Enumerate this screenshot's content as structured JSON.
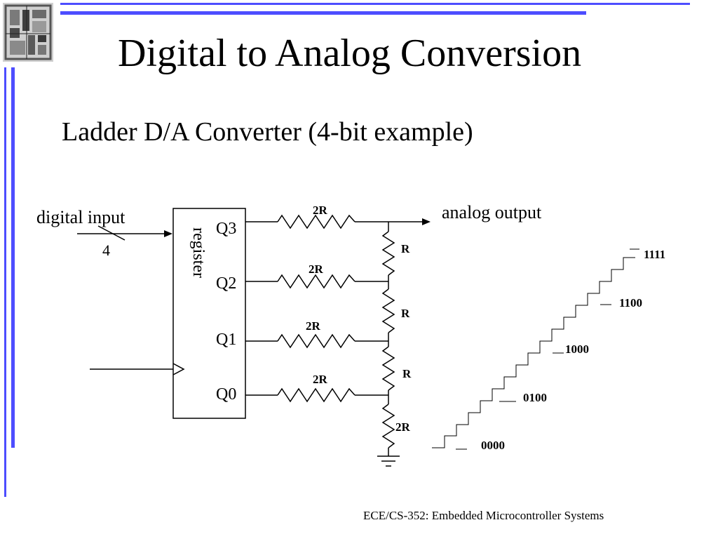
{
  "slide": {
    "title": "Digital to Analog Conversion",
    "subtitle": "Ladder D/A Converter  (4-bit example)",
    "footer": "ECE/CS-352: Embedded Microcontroller Systems",
    "logo_icon": "chip-die-photo-icon",
    "accent_color": "#4d4dff"
  },
  "diagram": {
    "input_label": "digital input",
    "bus_width": "4",
    "register_label": "register",
    "outputs": [
      "Q3",
      "Q2",
      "Q1",
      "Q0"
    ],
    "series_resistors": [
      "2R",
      "2R",
      "2R",
      "2R"
    ],
    "ladder_resistors": [
      "R",
      "R",
      "R",
      "2R"
    ],
    "output_label": "analog output",
    "staircase_codes": [
      "1111",
      "1100",
      "1000",
      "0100",
      "0000"
    ]
  }
}
